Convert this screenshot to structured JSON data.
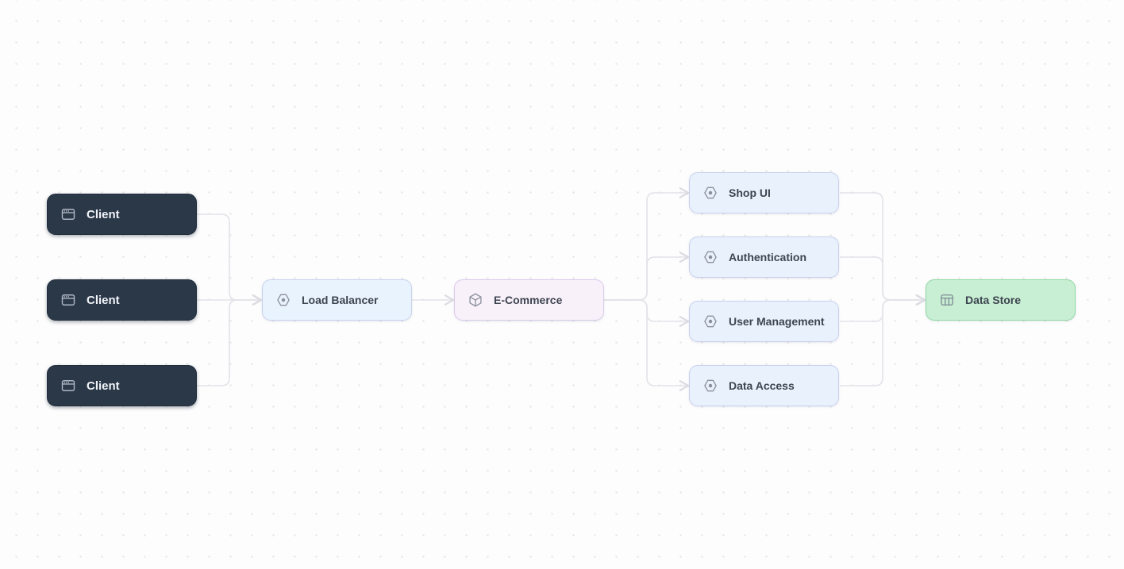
{
  "canvas": {
    "background_color": "#fdfdfe",
    "dot_color": "#e2e2e3",
    "edge_color": "#e3e3e8"
  },
  "nodes": {
    "client1": {
      "label": "Client",
      "icon": "app-window-icon",
      "bg": "#2b3848",
      "text_color": "#f1f4f8"
    },
    "client2": {
      "label": "Client",
      "icon": "app-window-icon",
      "bg": "#2b3848",
      "text_color": "#f1f4f8"
    },
    "client3": {
      "label": "Client",
      "icon": "app-window-icon",
      "bg": "#2b3848",
      "text_color": "#f1f4f8"
    },
    "load_balancer": {
      "label": "Load Balancer",
      "icon": "hexagon-dot-icon",
      "bg": "#e9f3fd",
      "border": "#c8d2ef",
      "text_color": "#3d4550"
    },
    "ecommerce": {
      "label": "E-Commerce",
      "icon": "box-icon",
      "bg": "#f9f1fa",
      "border": "#dacaea",
      "text_color": "#3d4550"
    },
    "shop_ui": {
      "label": "Shop UI",
      "icon": "hexagon-dot-icon",
      "bg": "#e8f1fc",
      "border": "#c8d2ef",
      "text_color": "#3d4550"
    },
    "authentication": {
      "label": "Authentication",
      "icon": "hexagon-dot-icon",
      "bg": "#e8f1fc",
      "border": "#c8d2ef",
      "text_color": "#3d4550"
    },
    "user_management": {
      "label": "User Management",
      "icon": "hexagon-dot-icon",
      "bg": "#e8f1fc",
      "border": "#c8d2ef",
      "text_color": "#3d4550"
    },
    "data_access": {
      "label": "Data Access",
      "icon": "hexagon-dot-icon",
      "bg": "#e8f1fc",
      "border": "#c8d2ef",
      "text_color": "#3d4550"
    },
    "data_store": {
      "label": "Data Store",
      "icon": "table-icon",
      "bg": "#c8efd3",
      "border": "#8fd8a3",
      "text_color": "#3d4550"
    }
  },
  "edges": [
    {
      "from": "client1",
      "to": "load_balancer"
    },
    {
      "from": "client2",
      "to": "load_balancer"
    },
    {
      "from": "client3",
      "to": "load_balancer"
    },
    {
      "from": "load_balancer",
      "to": "ecommerce"
    },
    {
      "from": "ecommerce",
      "to": "shop_ui"
    },
    {
      "from": "ecommerce",
      "to": "authentication"
    },
    {
      "from": "ecommerce",
      "to": "user_management"
    },
    {
      "from": "ecommerce",
      "to": "data_access"
    },
    {
      "from": "shop_ui",
      "to": "data_store"
    },
    {
      "from": "authentication",
      "to": "data_store"
    },
    {
      "from": "user_management",
      "to": "data_store"
    },
    {
      "from": "data_access",
      "to": "data_store"
    }
  ]
}
